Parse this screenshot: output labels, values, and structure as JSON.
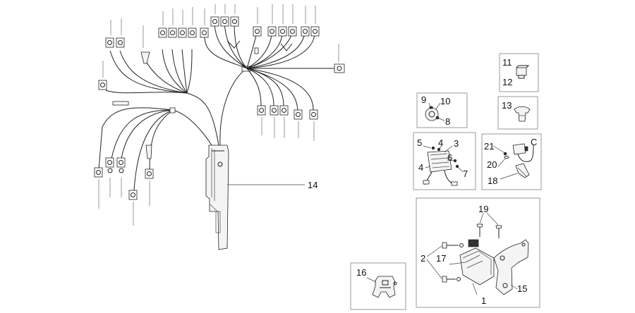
{
  "callouts": {
    "c1": "1",
    "c2": "2",
    "c3": "3",
    "c4a": "4",
    "c4b": "4",
    "c5": "5",
    "c6": "6",
    "c7": "7",
    "c8": "8",
    "c9": "9",
    "c10": "10",
    "c11": "11",
    "c12": "12",
    "c13": "13",
    "c14": "14",
    "c15": "15",
    "c16": "16",
    "c17": "17",
    "c18": "18",
    "c19": "19",
    "c20": "20",
    "c21": "21",
    "cC": "C"
  },
  "colors": {
    "line": "#222222",
    "frame": "#999999",
    "fill": "#f4f4f4"
  }
}
